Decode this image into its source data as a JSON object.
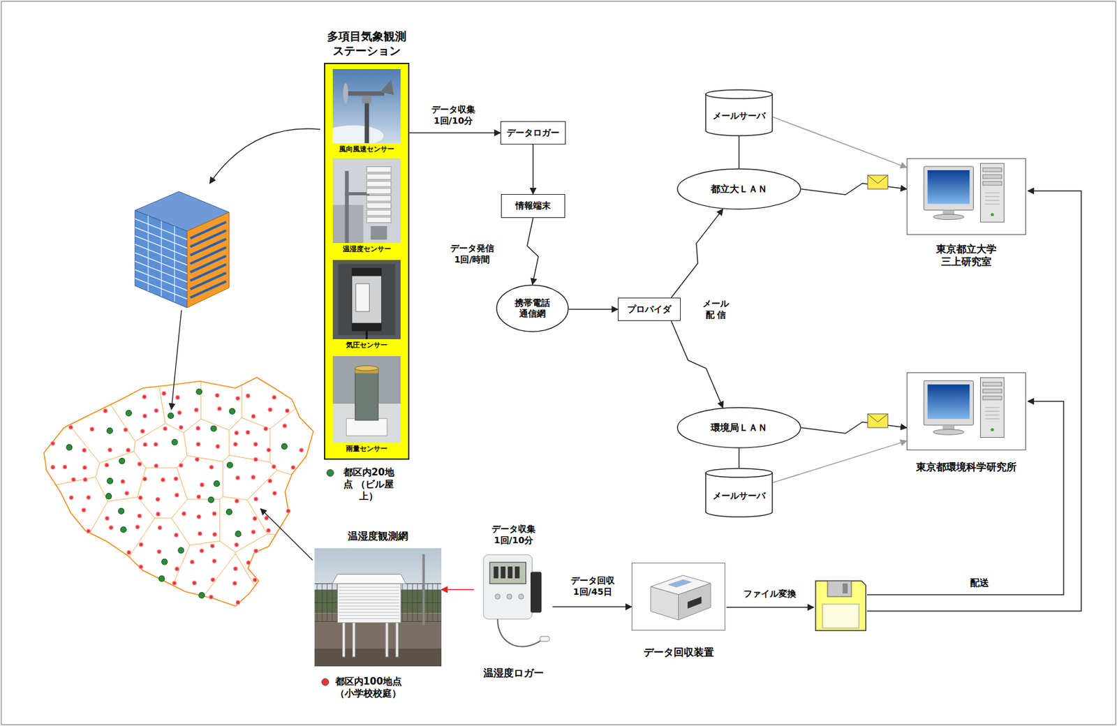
{
  "diagram": {
    "nodes": [
      {
        "text": [
          "多項目気象観測 ステーション"
        ]
      },
      {
        "text": [
          "風向風速センサー"
        ],
        "in": 0
      },
      {
        "text": [
          "温湿度センサー"
        ],
        "in": 0
      },
      {
        "text": [
          "気圧センサー"
        ],
        "in": 0
      },
      {
        "text": [
          "雨量センサー"
        ],
        "in": 0
      },
      {
        "text": [
          "データロガー"
        ]
      },
      {
        "text": [
          "情報端末"
        ]
      },
      {
        "text": [
          "携帯電話 通信網"
        ]
      },
      {
        "text": [
          "プロバイダ"
        ]
      },
      {
        "text": [
          "メールサーバ"
        ]
      },
      {
        "text": [
          "都立大ＬＡＮ"
        ]
      },
      {
        "text": [
          "東京都立大学 三上研究室"
        ]
      },
      {
        "text": [
          "環境局ＬＡＮ"
        ]
      },
      {
        "text": [
          "メールサーバ"
        ]
      },
      {
        "text": [
          "東京都環境科学研究所"
        ]
      },
      {
        "text": [
          "温湿度観測網"
        ]
      },
      {
        "text": [
          "温湿度ロガー"
        ]
      },
      {
        "text": [
          "データ回収装置"
        ]
      }
    ],
    "edges": [
      {
        "from": 0,
        "to": 5,
        "arrow": "to",
        "label": "データ収集 1回/10分"
      },
      {
        "from": 5,
        "to": 6,
        "arrow": "to"
      },
      {
        "from": 6,
        "to": 7,
        "arrow": "to",
        "label": "データ発信 1回/時間"
      },
      {
        "from": 7,
        "to": 8,
        "arrow": "to"
      },
      {
        "from": 8,
        "to": 10,
        "arrow": "to"
      },
      {
        "from": 8,
        "to": 12,
        "arrow": "to"
      },
      {
        "from": 9,
        "to": 10,
        "arrow": "none"
      },
      {
        "from": 9,
        "to": 11,
        "arrow": "to"
      },
      {
        "from": 10,
        "to": 11,
        "arrow": "to"
      },
      {
        "from": 12,
        "to": 14,
        "arrow": "to"
      },
      {
        "from": 13,
        "to": 14,
        "arrow": "to"
      },
      {
        "from": 12,
        "to": 13,
        "arrow": "none"
      },
      {
        "from": 16,
        "to": 15,
        "arrow": "to"
      },
      {
        "from": 16,
        "to": 17,
        "arrow": "to",
        "label": "データ回収 1回/45日"
      }
    ],
    "labels": [
      "メール 配 信",
      "データ収集 1回/10分",
      "ファイル変換",
      "配送"
    ],
    "legend": [
      {
        "text": "都区内20地点 （ビル屋上）",
        "color": "#2e8b3a"
      },
      {
        "text": "都区内100地点 （小学校校庭）",
        "color": "#e8333a"
      }
    ]
  }
}
